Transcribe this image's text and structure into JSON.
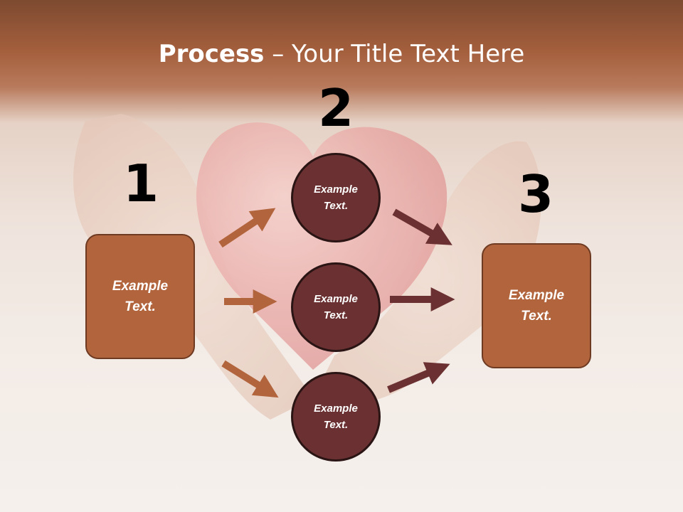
{
  "title": {
    "bold": "Process",
    "rest": " – Your Title Text Here"
  },
  "steps": {
    "one": "1",
    "two": "2",
    "three": "3"
  },
  "left_box": {
    "line1": "Example",
    "line2": "Text."
  },
  "right_box": {
    "line1": "Example",
    "line2": "Text."
  },
  "circles": [
    {
      "line1": "Example",
      "line2": "Text."
    },
    {
      "line1": "Example",
      "line2": "Text."
    },
    {
      "line1": "Example",
      "line2": "Text."
    }
  ],
  "colors": {
    "header_band": "#a45f3d",
    "box_fill": "#b2653d",
    "circle_fill": "#6b3132",
    "arrow_in": "#b2653d",
    "arrow_out": "#6b3132"
  }
}
